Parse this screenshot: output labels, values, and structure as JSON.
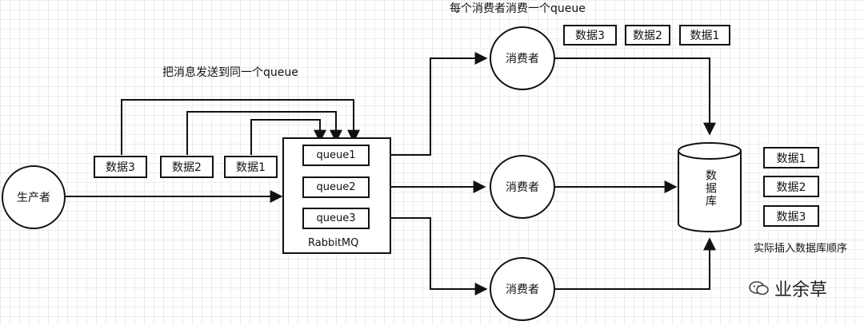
{
  "producer": {
    "label": "生产者"
  },
  "producer_caption": "把消息发送到同一个queue",
  "consumer_caption": "每个消费者消费一个queue",
  "producer_messages": [
    "数据3",
    "数据2",
    "数据1"
  ],
  "rabbitmq": {
    "label": "RabbitMQ",
    "queues": [
      "queue1",
      "queue2",
      "queue3"
    ]
  },
  "consumers": [
    "消费者",
    "消费者",
    "消费者"
  ],
  "consumer1_messages": [
    "数据3",
    "数据2",
    "数据1"
  ],
  "database": {
    "label": "数据库"
  },
  "db_order": [
    "数据1",
    "数据2",
    "数据3"
  ],
  "db_order_caption": "实际插入数据库顺序",
  "brand": "业余草"
}
